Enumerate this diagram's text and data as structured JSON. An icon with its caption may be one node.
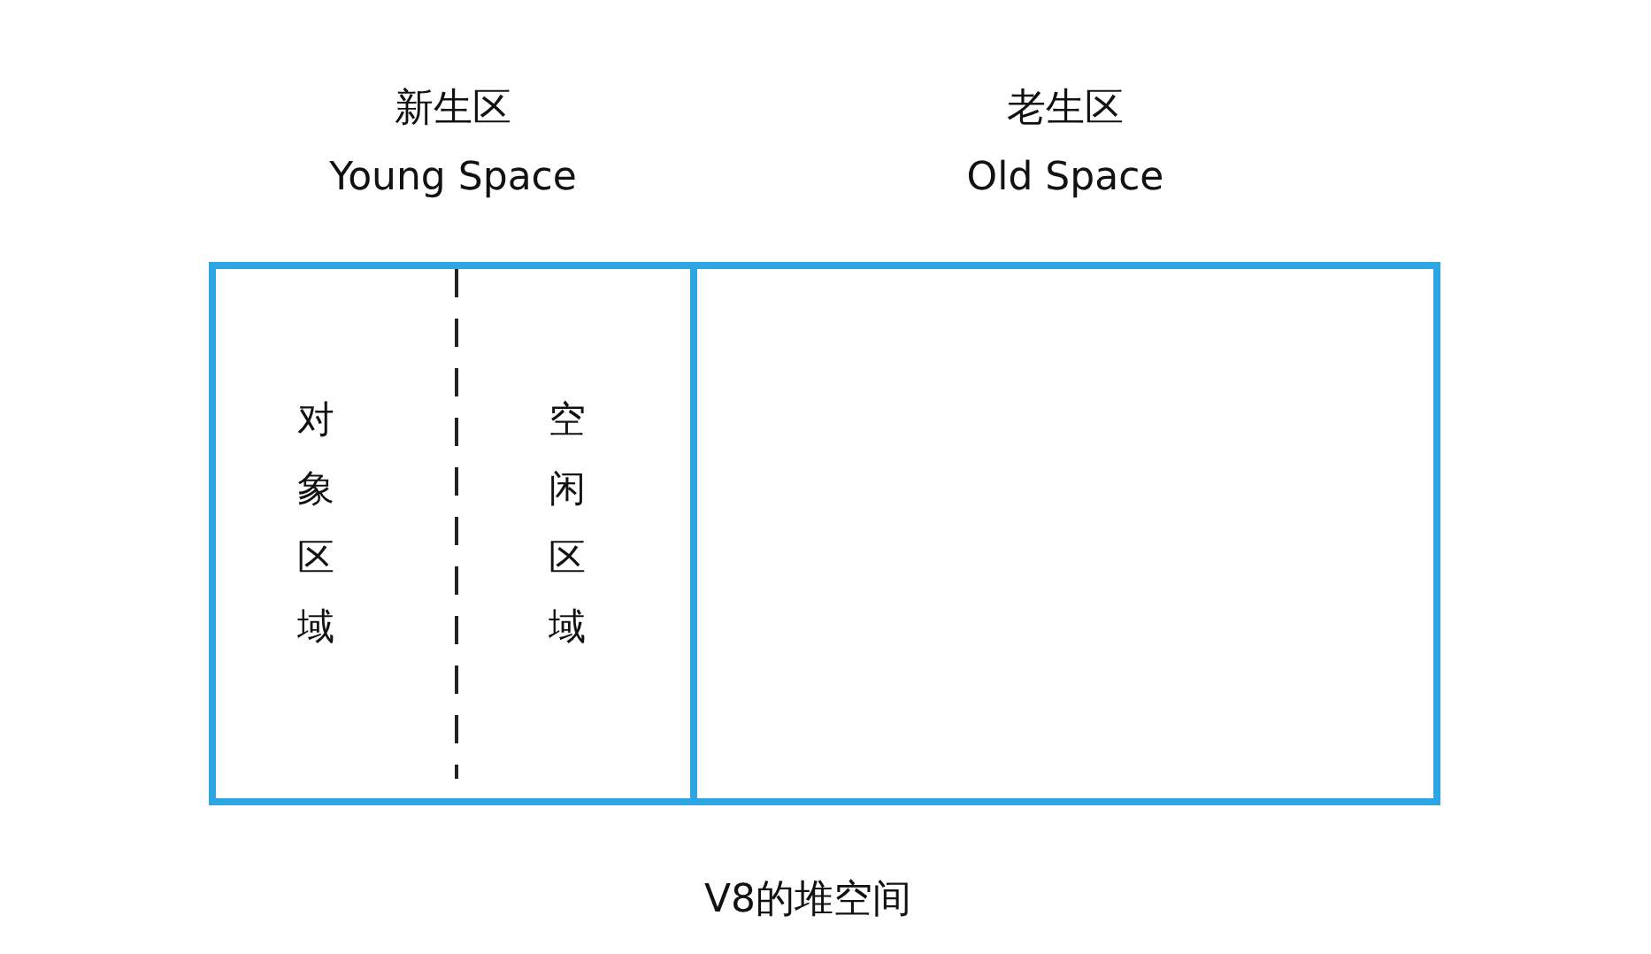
{
  "diagram": {
    "caption": "V8的堆空间",
    "nodes": [
      {
        "text": [
          "新生区",
          "Young Space"
        ]
      },
      {
        "text": [
          "老生区",
          "Old Space"
        ]
      },
      {
        "text": [
          "对象区域"
        ],
        "in": 0
      },
      {
        "text": [
          "空闲区域"
        ],
        "in": 0
      }
    ],
    "edges": []
  }
}
